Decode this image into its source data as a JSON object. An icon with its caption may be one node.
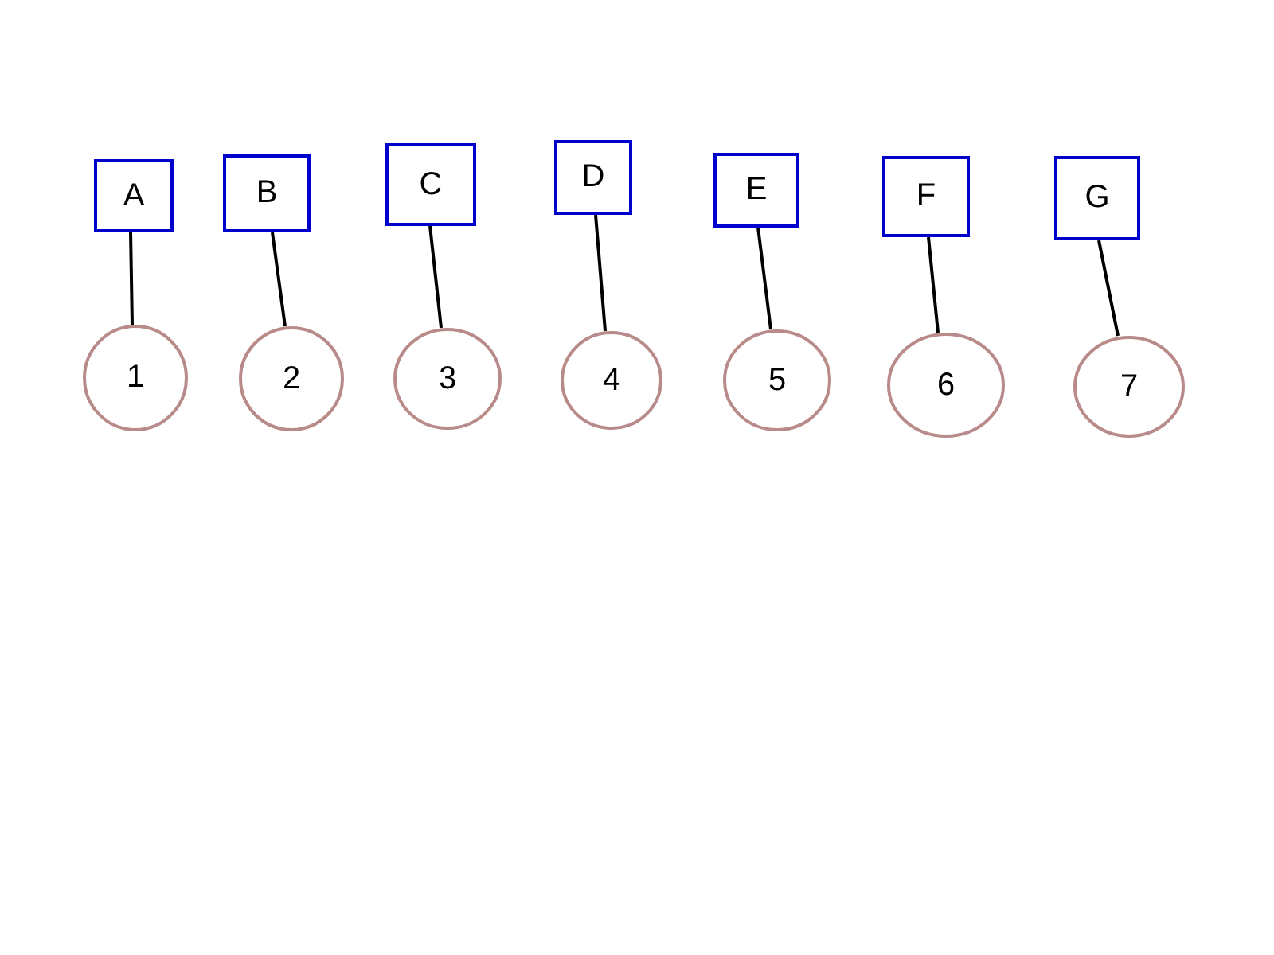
{
  "diagram": {
    "nodes": [
      {
        "text": [
          "A"
        ]
      },
      {
        "text": [
          "B"
        ]
      },
      {
        "text": [
          "C"
        ]
      },
      {
        "text": [
          "D"
        ]
      },
      {
        "text": [
          "E"
        ]
      },
      {
        "text": [
          "F"
        ]
      },
      {
        "text": [
          "G"
        ]
      },
      {
        "text": [
          "1"
        ]
      },
      {
        "text": [
          "2"
        ]
      },
      {
        "text": [
          "3"
        ]
      },
      {
        "text": [
          "4"
        ]
      },
      {
        "text": [
          "5"
        ]
      },
      {
        "text": [
          "6"
        ]
      },
      {
        "text": [
          "7"
        ]
      }
    ],
    "edges": [
      {
        "from": 0,
        "to": 7,
        "arrow": "none"
      },
      {
        "from": 1,
        "to": 8,
        "arrow": "none"
      },
      {
        "from": 2,
        "to": 9,
        "arrow": "none"
      },
      {
        "from": 3,
        "to": 10,
        "arrow": "none"
      },
      {
        "from": 4,
        "to": 11,
        "arrow": "none"
      },
      {
        "from": 5,
        "to": 12,
        "arrow": "none"
      },
      {
        "from": 6,
        "to": 13,
        "arrow": "none"
      }
    ]
  }
}
